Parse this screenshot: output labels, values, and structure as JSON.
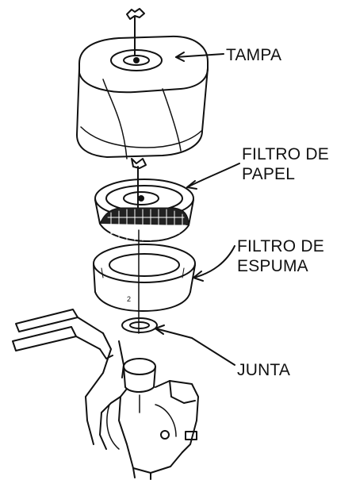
{
  "labels": {
    "cover": "TAMPA",
    "paper_filter_line1": "FILTRO DE",
    "paper_filter_line2": "PAPEL",
    "foam_filter_line1": "FILTRO DE",
    "foam_filter_line2": "ESPUMA",
    "gasket": "JUNTA"
  },
  "colors": {
    "ink": "#111111",
    "background": "#ffffff"
  }
}
